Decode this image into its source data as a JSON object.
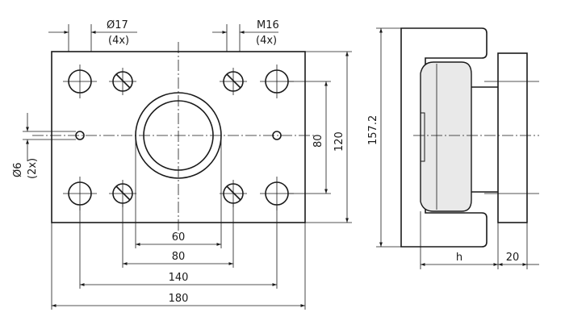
{
  "front_view": {
    "hole_large": {
      "dia": "Ø17",
      "count": "(4x)"
    },
    "thread": {
      "size": "M16",
      "count": "(4x)"
    },
    "hole_small": {
      "dia": "Ø6",
      "count": "(2x)"
    },
    "dims": {
      "bore": "60",
      "thread_spacing": "80",
      "hole_spacing": "140",
      "width": "180",
      "height_inner": "80",
      "height_outer": "120"
    }
  },
  "side_view": {
    "dims": {
      "total_height": "157.2",
      "depth": "h",
      "plate": "20"
    }
  }
}
